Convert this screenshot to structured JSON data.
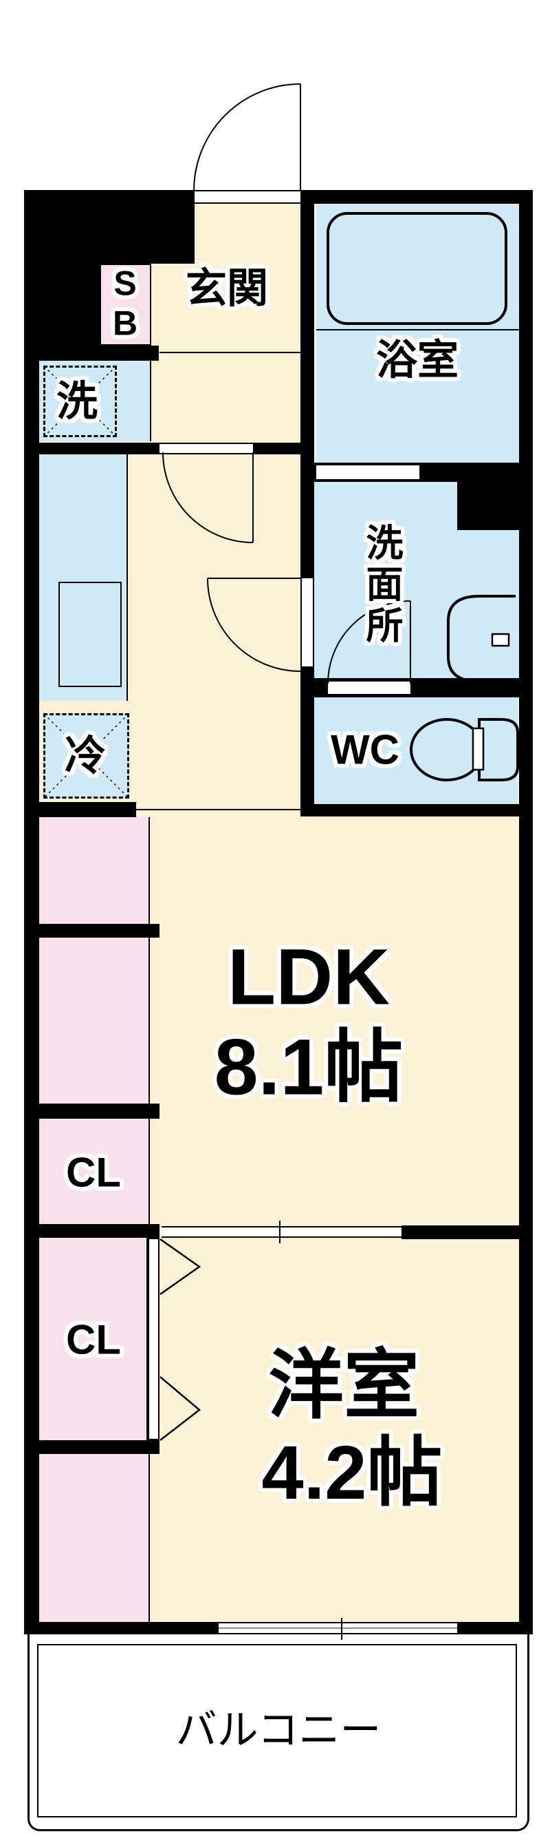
{
  "title": "1LDK apartment floor plan",
  "colors": {
    "floor": "#fbf1d7",
    "water": "#cfe9f7",
    "closet": "#f8e0ec",
    "wall": "#000000",
    "background": "#ffffff"
  },
  "labels": {
    "entrance": "玄関",
    "shoe_box": "S\nB",
    "washer": "洗",
    "bathroom": "浴室",
    "washroom": "洗面所",
    "toilet": "WC",
    "refrigerator": "冷",
    "ldk_name": "LDK",
    "ldk_size": "8.1帖",
    "closet_1": "CL",
    "closet_2": "CL",
    "western_room_name": "洋室",
    "western_room_size": "4.2帖",
    "balcony": "バルコニー"
  }
}
